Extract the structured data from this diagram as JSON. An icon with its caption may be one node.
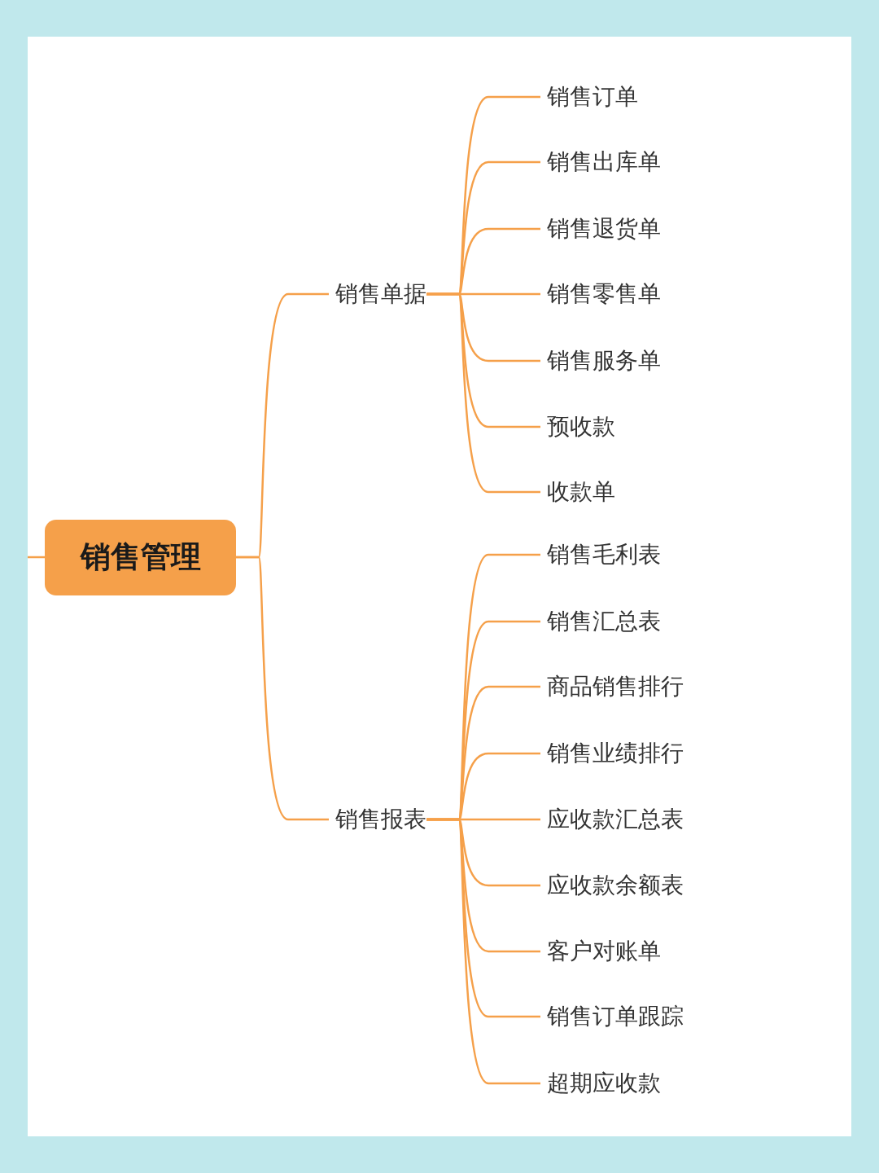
{
  "diagram": {
    "nodes": [
      {
        "text": [
          "销售管理"
        ]
      },
      {
        "text": [
          "销售单据"
        ]
      },
      {
        "text": [
          "销售报表"
        ]
      },
      {
        "text": [
          "销售订单"
        ]
      },
      {
        "text": [
          "销售出库单"
        ]
      },
      {
        "text": [
          "销售退货单"
        ]
      },
      {
        "text": [
          "销售零售单"
        ]
      },
      {
        "text": [
          "销售服务单"
        ]
      },
      {
        "text": [
          "预收款"
        ]
      },
      {
        "text": [
          "收款单"
        ]
      },
      {
        "text": [
          "销售毛利表"
        ]
      },
      {
        "text": [
          "销售汇总表"
        ]
      },
      {
        "text": [
          "商品销售排行"
        ]
      },
      {
        "text": [
          "销售业绩排行"
        ]
      },
      {
        "text": [
          "应收款汇总表"
        ]
      },
      {
        "text": [
          "应收款余额表"
        ]
      },
      {
        "text": [
          "客户对账单"
        ]
      },
      {
        "text": [
          "销售订单跟踪"
        ]
      },
      {
        "text": [
          "超期应收款"
        ]
      }
    ],
    "edges": [
      {
        "from": null,
        "to": 0,
        "arrow": "none"
      },
      {
        "from": 0,
        "to": 1,
        "arrow": "none"
      },
      {
        "from": 0,
        "to": 2,
        "arrow": "none"
      },
      {
        "from": 1,
        "to": 3,
        "arrow": "none"
      },
      {
        "from": 1,
        "to": 4,
        "arrow": "none"
      },
      {
        "from": 1,
        "to": 5,
        "arrow": "none"
      },
      {
        "from": 1,
        "to": 6,
        "arrow": "none"
      },
      {
        "from": 1,
        "to": 7,
        "arrow": "none"
      },
      {
        "from": 1,
        "to": 8,
        "arrow": "none"
      },
      {
        "from": 1,
        "to": 9,
        "arrow": "none"
      },
      {
        "from": 2,
        "to": 10,
        "arrow": "none"
      },
      {
        "from": 2,
        "to": 11,
        "arrow": "none"
      },
      {
        "from": 2,
        "to": 12,
        "arrow": "none"
      },
      {
        "from": 2,
        "to": 13,
        "arrow": "none"
      },
      {
        "from": 2,
        "to": 14,
        "arrow": "none"
      },
      {
        "from": 2,
        "to": 15,
        "arrow": "none"
      },
      {
        "from": 2,
        "to": 16,
        "arrow": "none"
      },
      {
        "from": 2,
        "to": 17,
        "arrow": "none"
      },
      {
        "from": 2,
        "to": 18,
        "arrow": "none"
      }
    ]
  }
}
